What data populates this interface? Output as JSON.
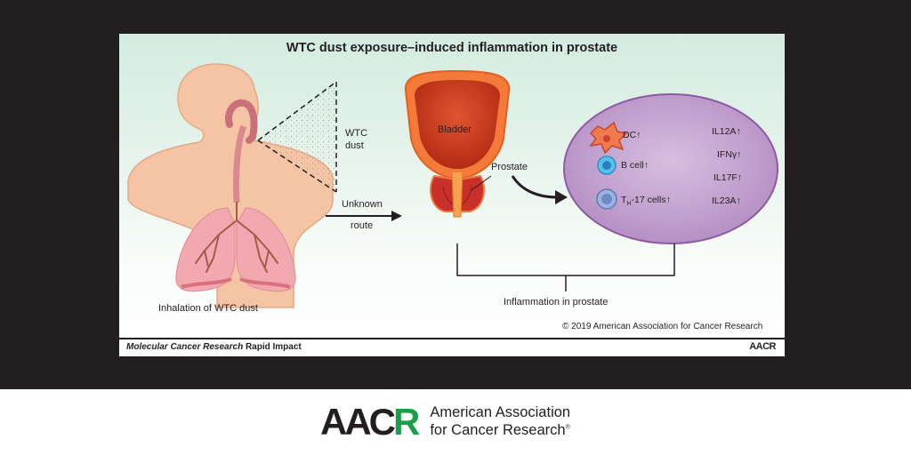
{
  "title": "WTC dust exposure–induced inflammation in prostate",
  "labels": {
    "wtc_dust_line1": "WTC",
    "wtc_dust_line2": "dust",
    "unknown_route_line1": "Unknown",
    "unknown_route_line2": "route",
    "bladder": "Bladder",
    "prostate": "Prostate",
    "inhalation": "Inhalation of WTC dust",
    "inflammation": "Inflammation in prostate"
  },
  "cells": [
    {
      "name": "DC",
      "arrow": "up"
    },
    {
      "name": "B cell",
      "arrow": "up"
    },
    {
      "name_main": "T",
      "name_sub": "H",
      "name_rest": "-17 cells",
      "arrow": "up"
    }
  ],
  "cytokines": [
    {
      "name": "IL12A",
      "arrow": "up"
    },
    {
      "name": "IFNγ",
      "arrow": "up"
    },
    {
      "name": "IL17F",
      "arrow": "up"
    },
    {
      "name": "IL23A",
      "arrow": "up"
    }
  ],
  "copyright": "© 2019 American Association for Cancer Research",
  "footer": {
    "journal": "Molecular Cancer Research",
    "section": "Rapid Impact",
    "logo": "AACR"
  },
  "brand": {
    "logo_prefix": "AAC",
    "logo_r": "R",
    "name_line1": "American Association",
    "name_line2": "for Cancer Research"
  },
  "colors": {
    "background_dark": "#231f20",
    "figure_bg": "#d3ece1",
    "ellipse_fill": "#bf9bc9",
    "ellipse_stroke": "#8e5aa3",
    "body_skin": "#f6c8ab",
    "lung": "#f1a7b0",
    "bladder": "#c9361b",
    "brand_green": "#1a9e4a"
  }
}
